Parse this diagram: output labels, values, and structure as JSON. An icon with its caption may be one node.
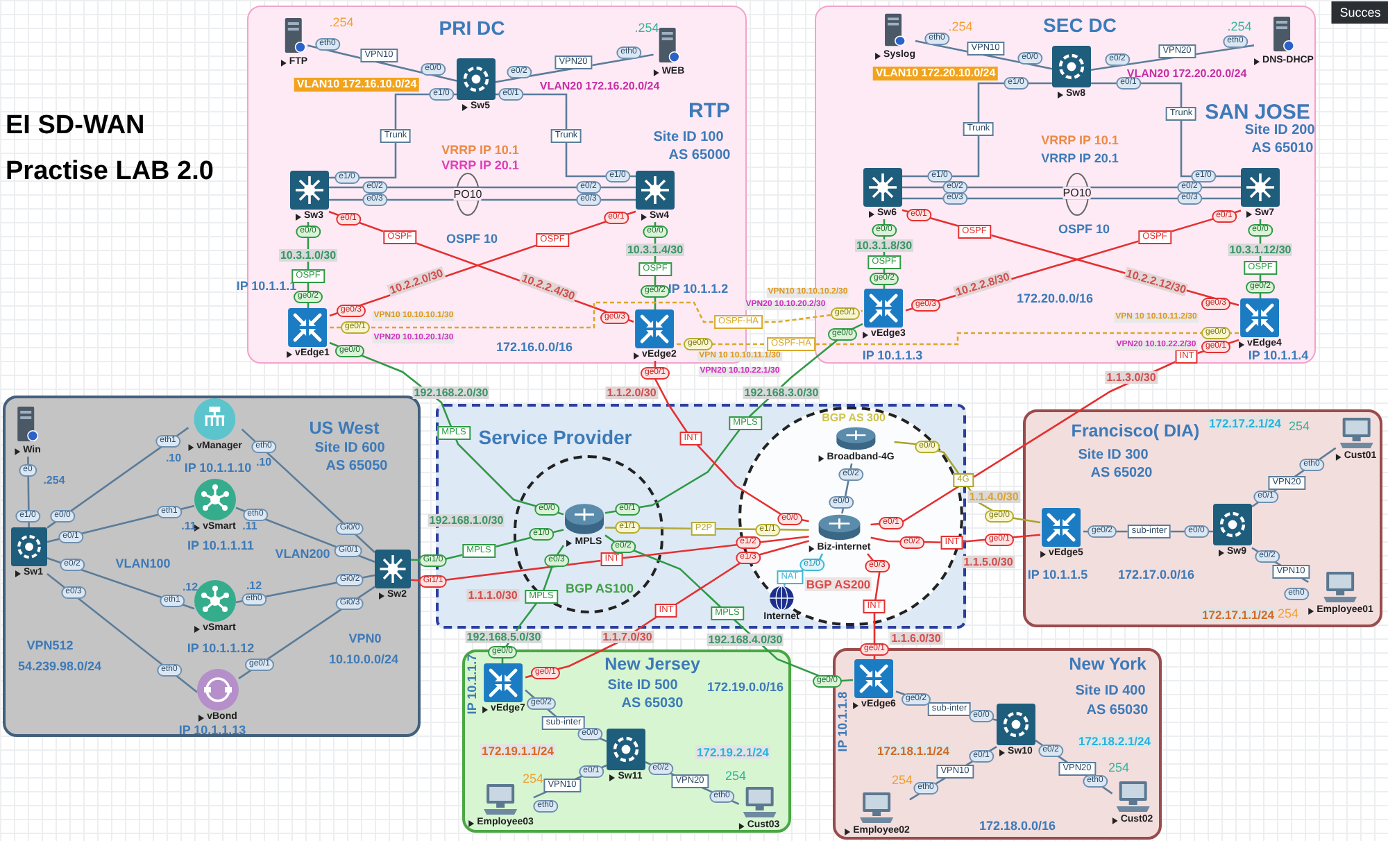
{
  "diagram": {
    "title": "EI SD-WAN Practise LAB 2.0",
    "nodes": [
      {
        "text": [
          "PRI DC",
          "RTP",
          "Site ID 100",
          "AS 65000"
        ]
      },
      {
        "text": [
          "FTP"
        ],
        "in": 0,
        "beside": [
          ".254"
        ]
      },
      {
        "text": [
          "Sw5"
        ],
        "in": 0
      },
      {
        "text": [
          "WEB"
        ],
        "in": 0,
        "beside": [
          ".254"
        ]
      },
      {
        "text": [
          "Sw3"
        ],
        "in": 0
      },
      {
        "text": [
          "Sw4"
        ],
        "in": 0
      },
      {
        "text": [
          "vEdge1"
        ],
        "in": 0,
        "beside": [
          "IP 10.1.1.1"
        ]
      },
      {
        "text": [
          "vEdge2"
        ],
        "in": 0,
        "beside": [
          "IP 10.1.1.2"
        ]
      },
      {
        "text": [
          "SEC DC",
          "SAN JOSE",
          "Site ID 200",
          "AS 65010"
        ]
      },
      {
        "text": [
          "Syslog"
        ],
        "in": 8,
        "beside": [
          ".254"
        ]
      },
      {
        "text": [
          "Sw8"
        ],
        "in": 8
      },
      {
        "text": [
          "DNS-DHCP"
        ],
        "in": 8,
        "beside": [
          ".254"
        ]
      },
      {
        "text": [
          "Sw6"
        ],
        "in": 8
      },
      {
        "text": [
          "Sw7"
        ],
        "in": 8
      },
      {
        "text": [
          "vEdge3"
        ],
        "in": 8,
        "beside": [
          "IP 10.1.1.3"
        ]
      },
      {
        "text": [
          "vEdge4"
        ],
        "in": 8,
        "beside": [
          "IP 10.1.1.4"
        ]
      },
      {
        "text": [
          "US West",
          "Site ID 600",
          "AS 65050"
        ]
      },
      {
        "text": [
          "Win"
        ],
        "in": 16,
        "beside": [
          ".254"
        ]
      },
      {
        "text": [
          "Sw1"
        ],
        "in": 16
      },
      {
        "text": [
          "vManager"
        ],
        "in": 16,
        "beside": [
          "IP 10.1.1.10"
        ]
      },
      {
        "text": [
          "vSmart"
        ],
        "in": 16,
        "beside": [
          "IP 10.1.1.11"
        ]
      },
      {
        "text": [
          "vSmart"
        ],
        "in": 16,
        "beside": [
          "IP 10.1.1.12"
        ]
      },
      {
        "text": [
          "vBond"
        ],
        "in": 16,
        "beside": [
          "IP 10.1.1.13"
        ]
      },
      {
        "text": [
          "Sw2"
        ],
        "in": 16
      },
      {
        "text": [
          "Service Provider"
        ]
      },
      {
        "text": [
          "BGP AS100"
        ],
        "in": 24
      },
      {
        "text": [
          "MPLS"
        ],
        "in": 25
      },
      {
        "text": [
          "BGP AS200"
        ],
        "in": 24
      },
      {
        "text": [
          "Broadband-4G"
        ],
        "in": 27,
        "beside": [
          "BGP AS 300"
        ]
      },
      {
        "text": [
          "Biz-internet"
        ],
        "in": 27
      },
      {
        "text": [
          "Internet"
        ],
        "in": 27
      },
      {
        "text": [
          "Francisco( DIA)",
          "Site ID 300",
          "AS 65020"
        ]
      },
      {
        "text": [
          "vEdge5"
        ],
        "in": 31,
        "beside": [
          "IP 10.1.1.5"
        ]
      },
      {
        "text": [
          "Sw9"
        ],
        "in": 31
      },
      {
        "text": [
          "Cust01"
        ],
        "in": 31,
        "beside": [
          "254"
        ]
      },
      {
        "text": [
          "Employee01"
        ],
        "in": 31,
        "beside": [
          "254"
        ]
      },
      {
        "text": [
          "New Jersey",
          "Site ID 500",
          "AS 65030"
        ]
      },
      {
        "text": [
          "vEdge7"
        ],
        "in": 36,
        "beside": [
          "IP 10.1.1.7"
        ]
      },
      {
        "text": [
          "Sw11"
        ],
        "in": 36
      },
      {
        "text": [
          "Employee03"
        ],
        "in": 36,
        "beside": [
          "254"
        ]
      },
      {
        "text": [
          "Cust03"
        ],
        "in": 36,
        "beside": [
          "254"
        ]
      },
      {
        "text": [
          "New York",
          "Site ID 400",
          "AS 65030"
        ]
      },
      {
        "text": [
          "vEdge6"
        ],
        "in": 41,
        "beside": [
          "IP 10.1.1.8"
        ]
      },
      {
        "text": [
          "Sw10"
        ],
        "in": 41
      },
      {
        "text": [
          "Employee02"
        ],
        "in": 41,
        "beside": [
          "254"
        ]
      },
      {
        "text": [
          "Cust02"
        ],
        "in": 41,
        "beside": [
          "254"
        ]
      }
    ],
    "edges": [
      {
        "from": 1,
        "to": 2,
        "arrow": "none",
        "label": "VPN10"
      },
      {
        "from": 2,
        "to": 3,
        "arrow": "none",
        "label": "VPN20"
      },
      {
        "from": 2,
        "to": 4,
        "arrow": "none",
        "label": "Trunk"
      },
      {
        "from": 2,
        "to": 5,
        "arrow": "none",
        "label": "Trunk"
      },
      {
        "from": 4,
        "to": 5,
        "arrow": "none"
      },
      {
        "from": 4,
        "to": 5,
        "arrow": "none"
      },
      {
        "from": 4,
        "to": 6,
        "arrow": "none",
        "label": "OSPF",
        "color": "#2f9a45"
      },
      {
        "from": 5,
        "to": 7,
        "arrow": "none",
        "label": "OSPF",
        "color": "#2f9a45"
      },
      {
        "from": 4,
        "to": 7,
        "arrow": "none",
        "label": "OSPF",
        "color": "#e53030"
      },
      {
        "from": 5,
        "to": 6,
        "arrow": "none",
        "label": "OSPF",
        "color": "#e53030"
      },
      {
        "from": 9,
        "to": 10,
        "arrow": "none",
        "label": "VPN10"
      },
      {
        "from": 10,
        "to": 11,
        "arrow": "none",
        "label": "VPN20"
      },
      {
        "from": 10,
        "to": 12,
        "arrow": "none",
        "label": "Trunk"
      },
      {
        "from": 10,
        "to": 13,
        "arrow": "none",
        "label": "Trunk"
      },
      {
        "from": 12,
        "to": 13,
        "arrow": "none"
      },
      {
        "from": 12,
        "to": 13,
        "arrow": "none"
      },
      {
        "from": 12,
        "to": 14,
        "arrow": "none",
        "label": "OSPF",
        "color": "#2f9a45"
      },
      {
        "from": 13,
        "to": 15,
        "arrow": "none",
        "label": "OSPF",
        "color": "#2f9a45"
      },
      {
        "from": 12,
        "to": 15,
        "arrow": "none",
        "label": "OSPF",
        "color": "#e53030"
      },
      {
        "from": 13,
        "to": 14,
        "arrow": "none",
        "label": "OSPF",
        "color": "#e53030"
      },
      {
        "from": 6,
        "to": 14,
        "arrow": "none",
        "label": "OSPF-HA",
        "style": "dashed",
        "color": "#d9a82a"
      },
      {
        "from": 7,
        "to": 15,
        "arrow": "none",
        "label": "OSPF-HA",
        "style": "dashed",
        "color": "#d9a82a"
      },
      {
        "from": 17,
        "to": 18,
        "arrow": "none"
      },
      {
        "from": 18,
        "to": 19,
        "arrow": "none"
      },
      {
        "from": 18,
        "to": 20,
        "arrow": "none"
      },
      {
        "from": 18,
        "to": 21,
        "arrow": "none"
      },
      {
        "from": 18,
        "to": 22,
        "arrow": "none"
      },
      {
        "from": 19,
        "to": 23,
        "arrow": "none"
      },
      {
        "from": 20,
        "to": 23,
        "arrow": "none"
      },
      {
        "from": 21,
        "to": 23,
        "arrow": "none"
      },
      {
        "from": 22,
        "to": 23,
        "arrow": "none"
      },
      {
        "from": 6,
        "to": 26,
        "arrow": "none",
        "label": "MPLS",
        "color": "#2f9a45"
      },
      {
        "from": 14,
        "to": 26,
        "arrow": "none",
        "label": "MPLS",
        "color": "#2f9a45"
      },
      {
        "from": 23,
        "to": 26,
        "arrow": "none",
        "label": "MPLS",
        "color": "#2f9a45"
      },
      {
        "from": 26,
        "to": 37,
        "arrow": "none",
        "label": "MPLS",
        "color": "#2f9a45"
      },
      {
        "from": 26,
        "to": 42,
        "arrow": "none",
        "label": "MPLS",
        "color": "#2f9a45"
      },
      {
        "from": 26,
        "to": 29,
        "arrow": "none",
        "label": "P2P",
        "color": "#b3aa3a"
      },
      {
        "from": 23,
        "to": 29,
        "arrow": "none",
        "label": "INT",
        "color": "#e53030"
      },
      {
        "from": 7,
        "to": 29,
        "arrow": "none",
        "label": "INT",
        "color": "#e53030"
      },
      {
        "from": 29,
        "to": 15,
        "arrow": "none",
        "label": "INT",
        "color": "#e53030"
      },
      {
        "from": 29,
        "to": 32,
        "arrow": "none",
        "label": "INT",
        "color": "#e53030"
      },
      {
        "from": 29,
        "to": 42,
        "arrow": "none",
        "label": "INT",
        "color": "#e53030"
      },
      {
        "from": 29,
        "to": 37,
        "arrow": "none",
        "label": "INT",
        "color": "#e53030"
      },
      {
        "from": 28,
        "to": 29,
        "arrow": "none"
      },
      {
        "from": 28,
        "to": 32,
        "arrow": "none",
        "label": "4G",
        "color": "#a9a32a"
      },
      {
        "from": 29,
        "to": 30,
        "arrow": "none",
        "label": "NAT",
        "color": "#3fb7d6"
      },
      {
        "from": 32,
        "to": 33,
        "arrow": "none",
        "label": "sub-inter"
      },
      {
        "from": 33,
        "to": 34,
        "arrow": "none",
        "label": "VPN20"
      },
      {
        "from": 33,
        "to": 35,
        "arrow": "none",
        "label": "VPN10"
      },
      {
        "from": 37,
        "to": 38,
        "arrow": "none",
        "label": "sub-inter"
      },
      {
        "from": 38,
        "to": 39,
        "arrow": "none",
        "label": "VPN10"
      },
      {
        "from": 38,
        "to": 40,
        "arrow": "none",
        "label": "VPN20"
      },
      {
        "from": 42,
        "to": 43,
        "arrow": "none",
        "label": "sub-inter"
      },
      {
        "from": 43,
        "to": 44,
        "arrow": "none",
        "label": "VPN10"
      },
      {
        "from": 43,
        "to": 45,
        "arrow": "none",
        "label": "VPN20"
      }
    ],
    "labels": [
      "Succes",
      "eth0",
      "e0/0",
      "e0/2",
      "eth0",
      "VLAN10 172.16.10.0/24",
      "VLAN20 172.16.20.0/24",
      "e1/0",
      "e0/1",
      "VRRP IP 10.1",
      "VRRP IP 20.1",
      "e1/0",
      "e1/0",
      "e0/2",
      "PO10",
      "e0/2",
      "e0/3",
      "e0/3",
      "e0/1",
      "e0/1",
      "e0/0",
      "OSPF 10",
      "e0/0",
      "10.3.1.0/30",
      "10.3.1.4/30",
      "ge0/2",
      "10.2.2.0/30",
      "10.2.2.4/30",
      "ge0/2",
      "ge0/3",
      "VPN10 10.10.10.1/30",
      "ge0/3",
      "ge0/1",
      "VPN20 10.10.20.1/30",
      "ge0/0",
      "172.16.0.0/16",
      "ge0/0",
      "VPN 10 10.10.11.1/30",
      "ge0/1",
      "VPN20 10.10.22.1/30",
      "eth0",
      "e0/0",
      "e0/2",
      "eth0",
      "VLAN10 172.20.10.0/24",
      "VLAN20 172.20.20.0/24",
      "e1/0",
      "e0/1",
      "VRRP IP 10.1",
      "VRRP IP 20.1",
      "e1/0",
      "e1/0",
      "e0/2",
      "PO10",
      "e0/2",
      "e0/3",
      "e0/3",
      "e0/1",
      "e0/1",
      "e0/0",
      "OSPF 10",
      "e0/0",
      "10.3.1.8/30",
      "10.3.1.12/30",
      "ge0/2",
      "10.2.2.8/30",
      "10.2.2.12/30",
      "ge0/2",
      "VPN10 10.10.10.2/30",
      "172.20.0.0/16",
      "VPN20 10.10.20.2/30",
      "ge0/1",
      "ge0/3",
      "ge0/3",
      "VPN 10 10.10.11.2/30",
      "ge0/0",
      "ge0/0",
      "VPN20 10.10.22.2/30",
      "ge0/1",
      "1.1.3.0/30",
      "eth1",
      "eth0",
      ".10",
      ".10",
      "e0",
      "e1/0",
      "e0/0",
      "eth1",
      "eth0",
      ".11",
      ".11",
      "Gi0/0",
      "e0/1",
      "VLAN200",
      "Gi0/1",
      "e0/2",
      "VLAN100",
      "Gi1/0",
      "e0/3",
      ".12",
      ".12",
      "Gi0/2",
      "Gi1/1",
      "eth1",
      "eth0",
      "Gi0/3",
      "VPN512",
      "VPN0",
      "54.239.98.0/24",
      "10.10.0.0/24",
      "eth0",
      "ge0/1",
      "192.168.2.0/30",
      "1.1.2.0/30",
      "192.168.3.0/30",
      "e0/0",
      "e0/2",
      "e0/0",
      "1.1.4.0/30",
      "192.168.1.0/30",
      "e0/0",
      "e0/1",
      "e1/1",
      "e1/1",
      "e0/0",
      "e0/1",
      "e1/0",
      "e0/2",
      "e1/2",
      "e0/2",
      "e0/3",
      "e1/3",
      "e1/0",
      "e0/3",
      "1.1.5.0/30",
      "1.1.1.0/30",
      "192.168.5.0/30",
      "1.1.7.0/30",
      "192.168.4.0/30",
      "1.1.6.0/30",
      "172.17.2.1/24",
      "eth0",
      "e0/1",
      "ge0/0",
      "ge0/1",
      "ge0/2",
      "e0/0",
      "e0/2",
      "172.17.0.0/16",
      "eth0",
      "172.17.1.1/24",
      "ge0/0",
      "ge0/1",
      "172.19.0.0/16",
      "ge0/2",
      "e0/0",
      "172.19.1.1/24",
      "172.19.2.1/24",
      "e0/1",
      "e0/2",
      "eth0",
      "eth0",
      "ge0/1",
      "ge0/0",
      "ge0/2",
      "e0/0",
      "172.18.1.1/24",
      "e0/2",
      "172.18.2.1/24",
      "e0/1",
      "eth0",
      "eth0",
      "172.18.0.0/16"
    ]
  }
}
